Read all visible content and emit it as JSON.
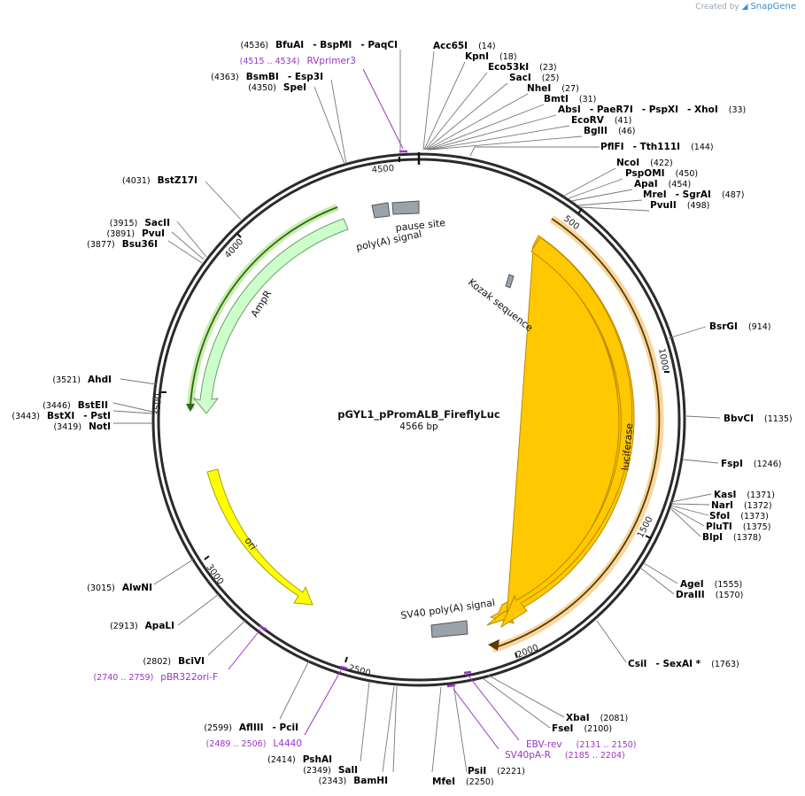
{
  "credit": {
    "prefix": "Created by",
    "brand": "SnapGene"
  },
  "plasmid": {
    "name": "pGYL1_pPromALB_FireflyLuc",
    "length_label": "4566 bp",
    "length": 4566
  },
  "tick_labels": [
    "500",
    "1000",
    "1500",
    "2000",
    "2500",
    "3000",
    "3500",
    "4000",
    "4500"
  ],
  "colors": {
    "backbone": "#2b2b2b",
    "luciferase": "#ffc800",
    "ampR": "#ccffcc",
    "ori": "#ffff00",
    "primer": "#9a34c8",
    "gray_feature": "#9aa3ab",
    "orf": "#5a3a00"
  },
  "features": [
    {
      "id": "luciferase",
      "label": "luciferase",
      "color": "#ffc800"
    },
    {
      "id": "ampR",
      "label": "AmpR",
      "color": "#ccffcc"
    },
    {
      "id": "ori",
      "label": "ori",
      "color": "#ffff00"
    },
    {
      "id": "sv40",
      "label": "SV40 poly(A) signal",
      "color": "#9aa3ab"
    },
    {
      "id": "polya",
      "label": "poly(A) signal",
      "color": "#9aa3ab"
    },
    {
      "id": "pause",
      "label": "pause site",
      "color": "#9aa3ab"
    },
    {
      "id": "kozak",
      "label": "Kozak sequence",
      "color": "#9aa3ab"
    }
  ],
  "sites": [
    {
      "name": "Acc65I",
      "pos": "(14)"
    },
    {
      "name": "KpnI",
      "pos": "(18)"
    },
    {
      "name": "Eco53kI",
      "pos": "(23)"
    },
    {
      "name": "SacI",
      "pos": "(25)"
    },
    {
      "name": "NheI",
      "pos": "(27)"
    },
    {
      "name": "BmtI",
      "pos": "(31)"
    },
    {
      "name": "AbsI",
      "extra": [
        "- PaeR7I",
        "- PspXI",
        "- XhoI"
      ],
      "pos": "(33)"
    },
    {
      "name": "EcoRV",
      "pos": "(41)"
    },
    {
      "name": "BglII",
      "pos": "(46)"
    },
    {
      "name": "PflFI",
      "extra": [
        "- Tth111I"
      ],
      "pos": "(144)"
    },
    {
      "name": "NcoI",
      "pos": "(422)"
    },
    {
      "name": "PspOMI",
      "pos": "(450)"
    },
    {
      "name": "ApaI",
      "pos": "(454)"
    },
    {
      "name": "MreI",
      "extra": [
        "- SgrAI"
      ],
      "pos": "(487)"
    },
    {
      "name": "PvuII",
      "pos": "(498)"
    },
    {
      "name": "BsrGI",
      "pos": "(914)"
    },
    {
      "name": "BbvCI",
      "pos": "(1135)"
    },
    {
      "name": "FspI",
      "pos": "(1246)"
    },
    {
      "name": "KasI",
      "pos": "(1371)"
    },
    {
      "name": "NarI",
      "pos": "(1372)"
    },
    {
      "name": "SfoI",
      "pos": "(1373)"
    },
    {
      "name": "PluTI",
      "pos": "(1375)"
    },
    {
      "name": "BlpI",
      "pos": "(1378)"
    },
    {
      "name": "AgeI",
      "pos": "(1555)"
    },
    {
      "name": "DraIII",
      "pos": "(1570)"
    },
    {
      "name": "CsiI",
      "extra": [
        "- SexAI *"
      ],
      "pos": "(1763)"
    },
    {
      "name": "XbaI",
      "pos": "(2081)"
    },
    {
      "name": "FseI",
      "pos": "(2100)"
    },
    {
      "name": "PsiI",
      "pos": "(2221)"
    },
    {
      "name": "MfeI",
      "pos": "(2250)"
    },
    {
      "name": "BamHI",
      "pos": "(2343)"
    },
    {
      "name": "SalI",
      "pos": "(2349)"
    },
    {
      "name": "PshAI",
      "pos": "(2414)"
    },
    {
      "name": "AflIII",
      "extra": [
        "- PciI"
      ],
      "pos": "(2599)"
    },
    {
      "name": "BciVI",
      "pos": "(2802)"
    },
    {
      "name": "ApaLI",
      "pos": "(2913)"
    },
    {
      "name": "AlwNI",
      "pos": "(3015)"
    },
    {
      "name": "NotI",
      "pos": "(3419)"
    },
    {
      "name": "BstXI",
      "extra": [
        "- PstI"
      ],
      "pos": "(3443)"
    },
    {
      "name": "BstEII",
      "pos": "(3446)"
    },
    {
      "name": "AhdI",
      "pos": "(3521)"
    },
    {
      "name": "Bsu36I",
      "pos": "(3877)"
    },
    {
      "name": "PvuI",
      "pos": "(3891)"
    },
    {
      "name": "SacII",
      "pos": "(3915)"
    },
    {
      "name": "BstZ17I",
      "pos": "(4031)"
    },
    {
      "name": "SpeI",
      "pos": "(4350)"
    },
    {
      "name": "BsmBI",
      "extra": [
        "- Esp3I"
      ],
      "pos": "(4363)"
    },
    {
      "name": "BfuAI",
      "extra": [
        "- BspMI",
        "- PaqCI"
      ],
      "pos": "(4536)"
    }
  ],
  "primers": [
    {
      "name": "RVprimer3",
      "range": "(4515 .. 4534)"
    },
    {
      "name": "EBV-rev",
      "range": "(2131 .. 2150)"
    },
    {
      "name": "SV40pA-R",
      "range": "(2185 .. 2204)"
    },
    {
      "name": "L4440",
      "range": "(2489 .. 2506)"
    },
    {
      "name": "pBR322ori-F",
      "range": "(2740 .. 2759)"
    }
  ]
}
